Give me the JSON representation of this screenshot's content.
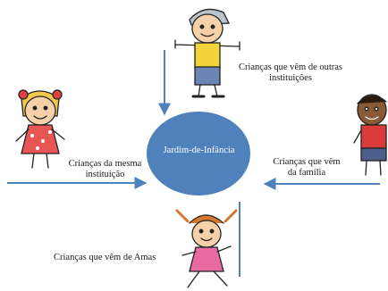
{
  "center": {
    "label": "Jardim-de-Infância",
    "fill": "#4f81bd"
  },
  "arrow_color": "#4f81bd",
  "sources": {
    "top": {
      "line1": "Crianças que vêm de outras",
      "line2": "instituições"
    },
    "left": {
      "line1": "Crianças da mesma",
      "line2": "instituição"
    },
    "right": {
      "line1": "Crianças que vêm",
      "line2": "da família"
    },
    "bottom": {
      "line1": "Crianças que vêm de Amas"
    }
  }
}
